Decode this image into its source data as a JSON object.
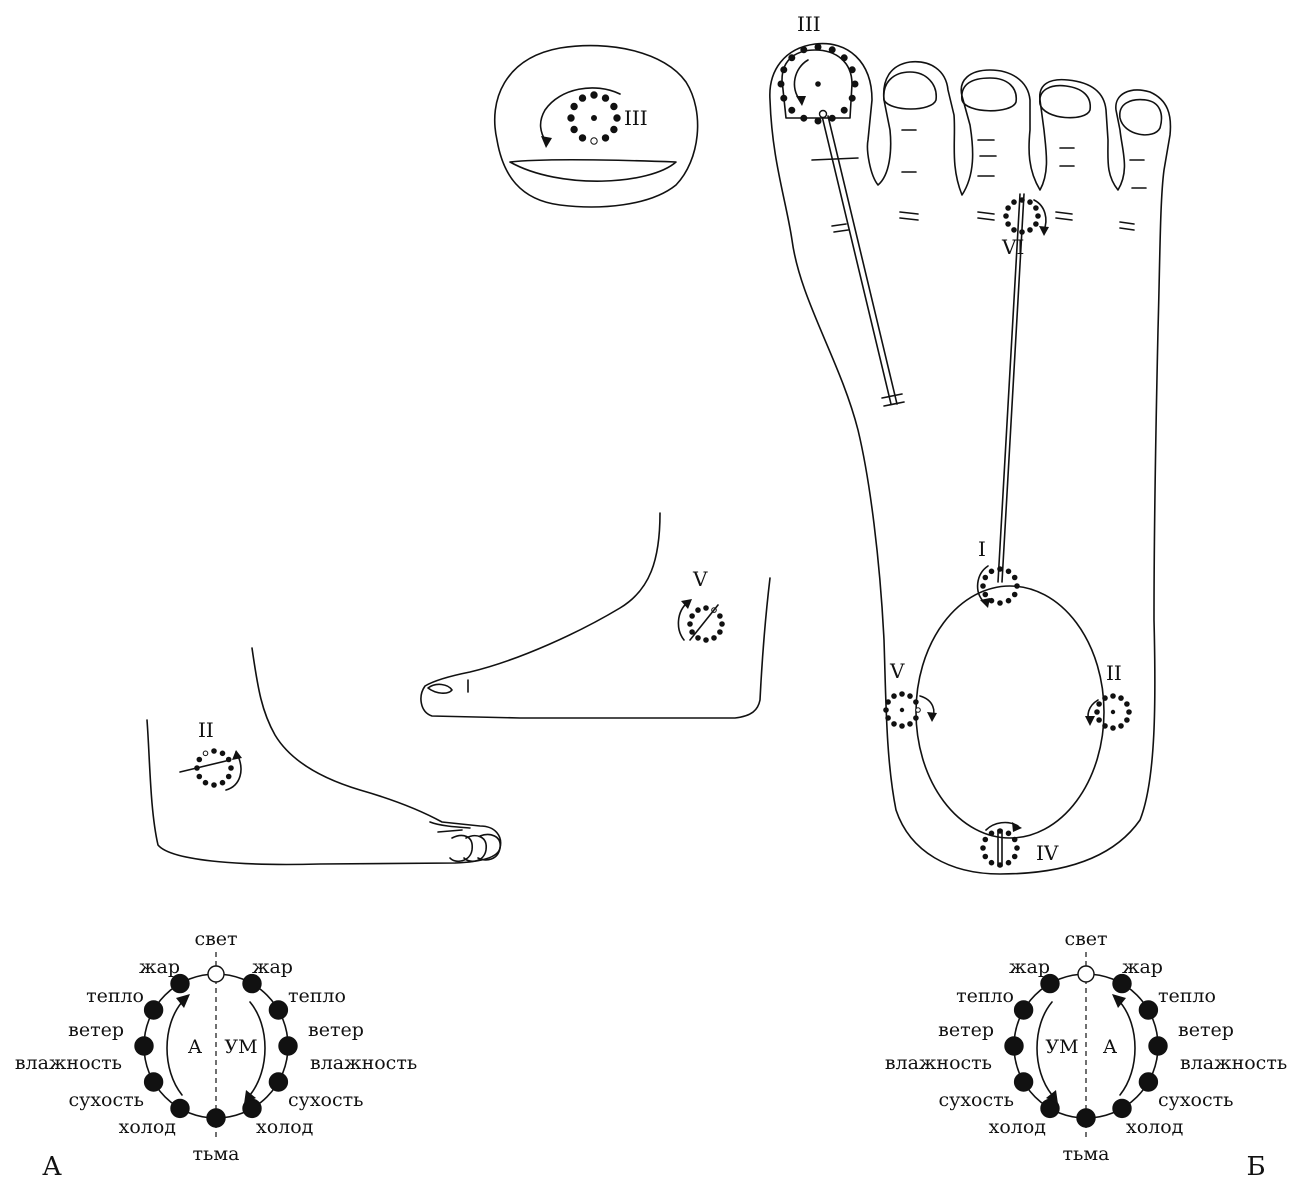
{
  "points": {
    "toe_big": "III",
    "toe_big_detail": "III",
    "fourth_toe_gap": "VI",
    "heel_center": "I",
    "heel_left": "V",
    "heel_right": "II",
    "heel_bottom": "IV",
    "side_foot_inner": "V",
    "side_foot_outer": "II"
  },
  "dial_a": {
    "panel_letter": "А",
    "top": "свет",
    "bottom": "тьма",
    "left_labels": [
      "жар",
      "тепло",
      "ветер",
      "влажность",
      "сухость",
      "холод"
    ],
    "right_labels": [
      "жар",
      "тепло",
      "ветер",
      "влажность",
      "сухость",
      "холод"
    ],
    "left_half": "А",
    "right_half": "УМ"
  },
  "dial_b": {
    "panel_letter": "Б",
    "top": "свет",
    "bottom": "тьма",
    "left_labels": [
      "жар",
      "тепло",
      "ветер",
      "влажность",
      "сухость",
      "холод"
    ],
    "right_labels": [
      "жар",
      "тепло",
      "ветер",
      "влажность",
      "сухость",
      "холод"
    ],
    "left_half": "УМ",
    "right_half": "А"
  }
}
